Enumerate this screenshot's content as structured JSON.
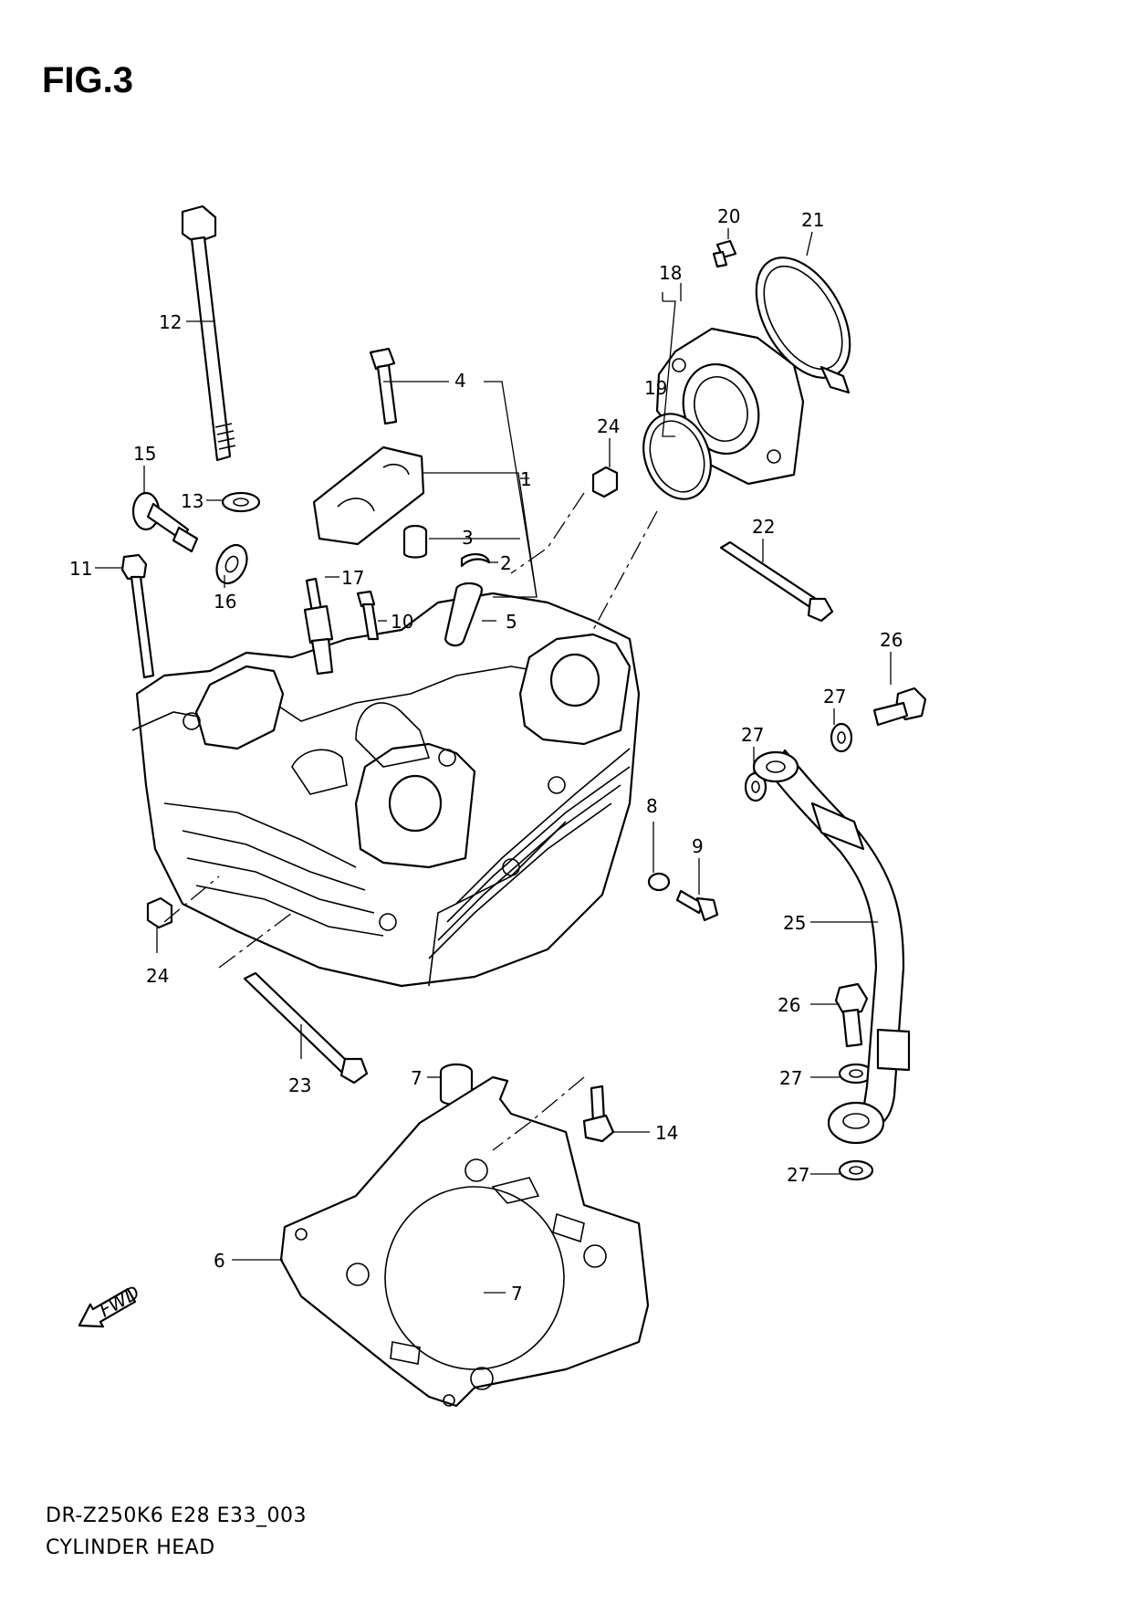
{
  "figure_title": "FIG.3",
  "footer": {
    "diagram_code": "DR-Z250K6 E28 E33_003",
    "diagram_name": "CYLINDER HEAD"
  },
  "direction_arrow": "FWD",
  "callouts": {
    "c1": "1",
    "c2": "2",
    "c3": "3",
    "c4": "4",
    "c5": "5",
    "c6": "6",
    "c7a": "7",
    "c7b": "7",
    "c8": "8",
    "c9": "9",
    "c10": "10",
    "c11": "11",
    "c12": "12",
    "c13": "13",
    "c14": "14",
    "c15": "15",
    "c16": "16",
    "c17": "17",
    "c18": "18",
    "c19": "19",
    "c20": "20",
    "c21": "21",
    "c22": "22",
    "c23": "23",
    "c24a": "24",
    "c24b": "24",
    "c25": "25",
    "c26a": "26",
    "c26b": "26",
    "c27a": "27",
    "c27b": "27",
    "c27c": "27",
    "c27d": "27"
  }
}
